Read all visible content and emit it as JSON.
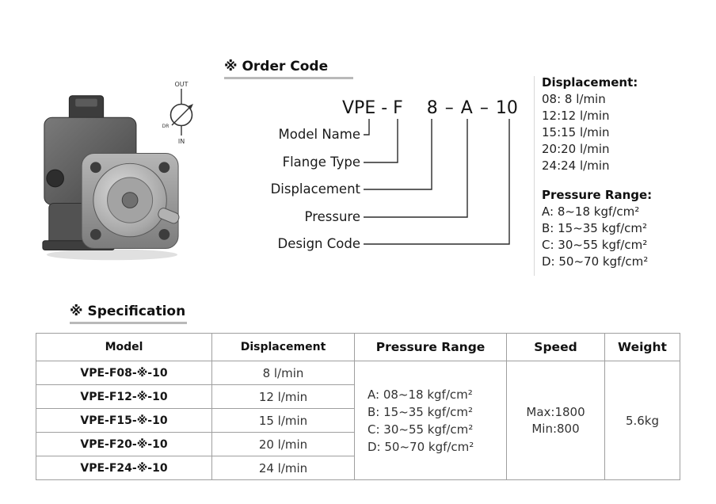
{
  "order_code_section": {
    "heading": "※ Order Code",
    "code_parts": [
      "VPE - F",
      "8",
      "–",
      "A",
      "–",
      "10"
    ],
    "labels": [
      "Model Name",
      "Flange Type",
      "Displacement",
      "Pressure",
      "Design Code"
    ]
  },
  "pump_symbol": {
    "out": "OUT",
    "in": "IN",
    "dr": "DR"
  },
  "legend": {
    "displacement_title": "Displacement:",
    "displacement_items": [
      "08: 8 l/min",
      "12:12 l/min",
      "15:15 l/min",
      "20:20 l/min",
      "24:24 l/min"
    ],
    "pressure_title": "Pressure Range:",
    "pressure_items": [
      "A: 8~18 kgf/cm²",
      "B: 15~35 kgf/cm²",
      "C: 30~55 kgf/cm²",
      "D: 50~70 kgf/cm²"
    ]
  },
  "spec_section": {
    "heading": "※ Specification",
    "table": {
      "headers": [
        "Model",
        "Displacement",
        "Pressure Range",
        "Speed",
        "Weight"
      ],
      "rows": [
        {
          "model": "VPE-F08-※-10",
          "displacement": "8 l/min"
        },
        {
          "model": "VPE-F12-※-10",
          "displacement": "12 l/min"
        },
        {
          "model": "VPE-F15-※-10",
          "displacement": "15 l/min"
        },
        {
          "model": "VPE-F20-※-10",
          "displacement": "20 l/min"
        },
        {
          "model": "VPE-F24-※-10",
          "displacement": "24 l/min"
        }
      ],
      "pressure_range_lines": [
        "A: 08~18 kgf/cm²",
        "B: 15~35 kgf/cm²",
        "C: 30~55 kgf/cm²",
        "D: 50~70 kgf/cm²"
      ],
      "speed_lines": [
        "Max:1800",
        "Min:800"
      ],
      "weight": "5.6kg"
    }
  }
}
